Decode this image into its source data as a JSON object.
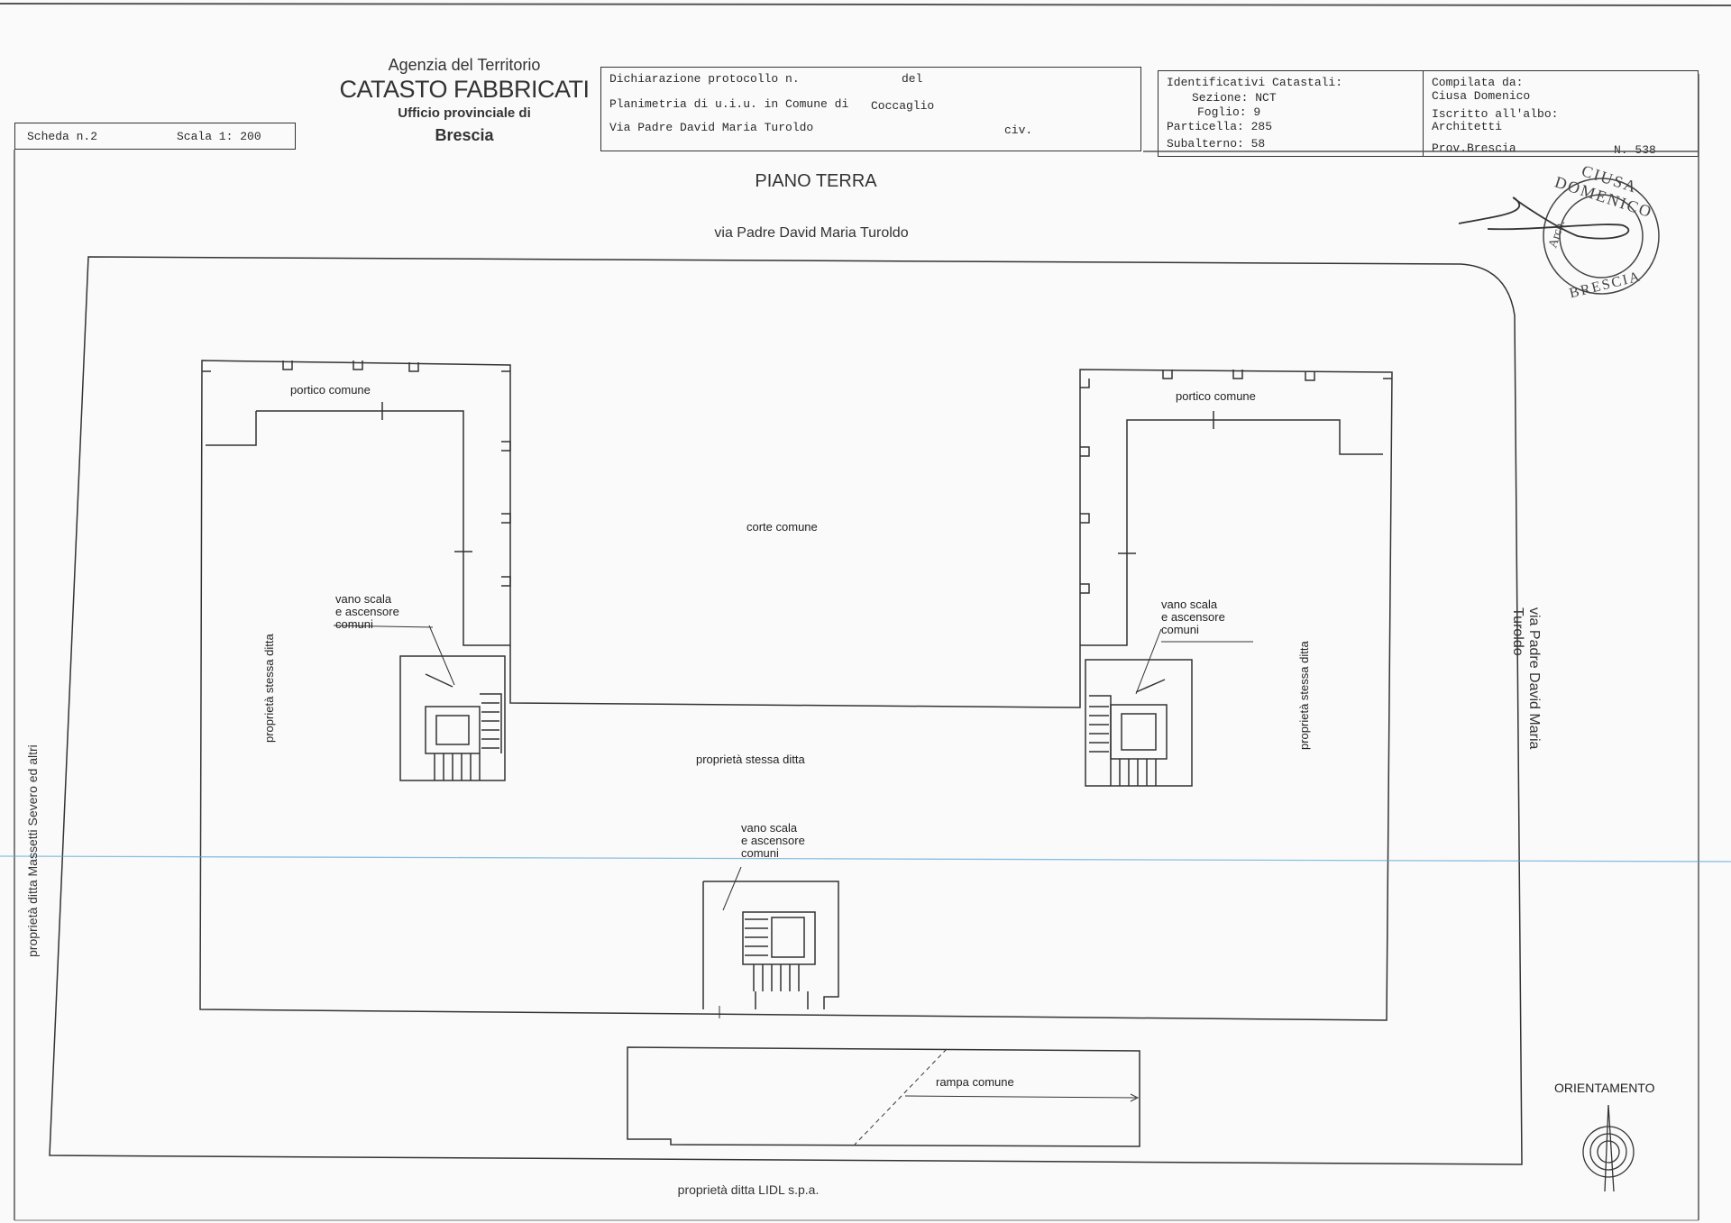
{
  "header": {
    "agency_line1": "Agenzia del Territorio",
    "agency_line2": "CATASTO FABBRICATI",
    "agency_line3": "Ufficio provinciale di",
    "agency_city": "Brescia",
    "scheda": "Scheda n.2",
    "scala": "Scala 1: 200",
    "declaration": {
      "protocol": "Dichiarazione protocollo n.",
      "del": "del",
      "planimetria": "Planimetria di u.i.u. in Comune di",
      "comune": "Coccaglio",
      "via": "Via Padre David Maria Turoldo",
      "civ": "civ."
    },
    "identifiers": {
      "title": "Identificativi Catastali:",
      "sezione": "Sezione: NCT",
      "foglio": "Foglio: 9",
      "particella": "Particella: 285",
      "subalterno": "Subalterno: 58"
    },
    "compiled": {
      "label": "Compilata da:",
      "name": "Ciusa Domenico",
      "albo_label": "Iscritto all'albo:",
      "albo": "Architetti",
      "prov": "Prov.Brescia",
      "number": "N.  538"
    }
  },
  "stamp": {
    "top": "CIUSA DOMENICO",
    "bottom": "BRESCIA",
    "left": "Arch."
  },
  "plan": {
    "floor_title": "PIANO TERRA",
    "street_top": "via Padre David Maria Turoldo",
    "street_right": "via Padre David Maria Turoldo",
    "left_neighbor": "proprietà ditta Massetti Severo ed altri",
    "bottom_neighbor": "proprietà ditta LIDL s.p.a.",
    "portico_left": "portico comune",
    "portico_right": "portico comune",
    "courtyard": "corte comune",
    "center_property": "proprietà stessa ditta",
    "left_property": "proprietà stessa ditta",
    "right_property": "proprietà stessa ditta",
    "stair_left": [
      "vano scala",
      "e ascensore",
      "comuni"
    ],
    "stair_right": [
      "vano scala",
      "e ascensore",
      "comuni"
    ],
    "stair_center": [
      "vano scala",
      "e ascensore",
      "comuni"
    ],
    "ramp": "rampa comune",
    "orientation": "ORIENTAMENTO"
  }
}
